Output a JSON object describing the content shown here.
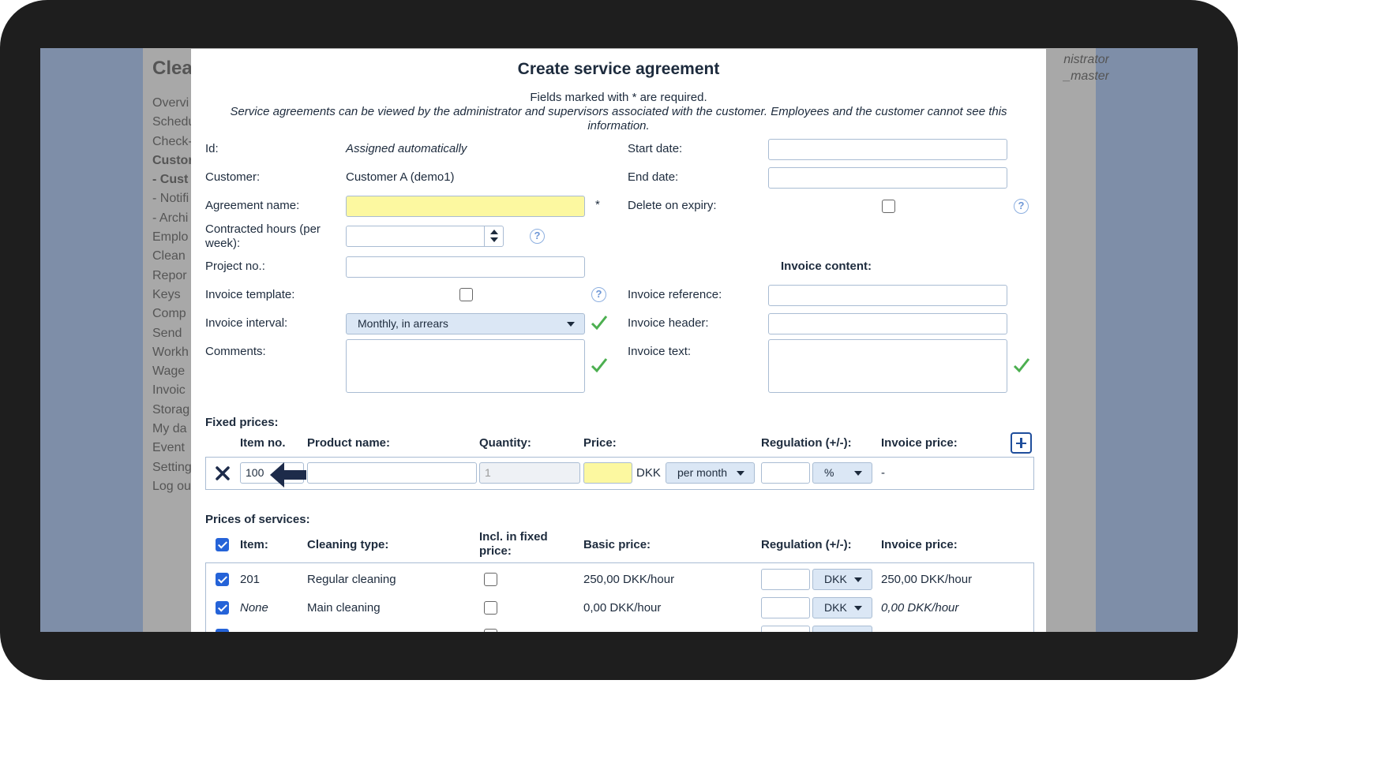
{
  "background": {
    "title": "Clea",
    "menu": [
      "Overvi",
      "Schedu",
      "Check-",
      "Custor",
      "- Cust",
      "- Notifi",
      "- Archi",
      "Emplo",
      "Clean",
      "Repor",
      "Keys",
      "Comp",
      "Send",
      "Workh",
      "Wage",
      "Invoic",
      "Storag",
      "My da",
      "Event",
      "Setting",
      "Log ou"
    ],
    "right_user": [
      "nistrator",
      "_master"
    ]
  },
  "modal": {
    "title": "Create service agreement",
    "required_note": "Fields marked with * are required.",
    "visibility_note": "Service agreements can be viewed by the administrator and supervisors associated with the customer. Employees and the customer cannot see this information.",
    "id_label": "Id:",
    "id_value": "Assigned automatically",
    "customer_label": "Customer:",
    "customer_value": "Customer A (demo1)",
    "agreement_name_label": "Agreement name:",
    "required_star": "*",
    "contracted_hours_label": "Contracted hours (per week):",
    "project_no_label": "Project no.:",
    "invoice_template_label": "Invoice template:",
    "invoice_interval_label": "Invoice interval:",
    "invoice_interval_value": "Monthly, in arrears",
    "comments_label": "Comments:",
    "start_date_label": "Start date:",
    "end_date_label": "End date:",
    "delete_on_expiry_label": "Delete on expiry:",
    "invoice_content_heading": "Invoice content:",
    "invoice_reference_label": "Invoice reference:",
    "invoice_header_label": "Invoice header:",
    "invoice_text_label": "Invoice text:",
    "help_glyph": "?"
  },
  "fixed_prices": {
    "heading": "Fixed prices:",
    "columns": {
      "item_no": "Item no.",
      "product_name": "Product name:",
      "quantity": "Quantity:",
      "price": "Price:",
      "regulation": "Regulation (+/-):",
      "invoice_price": "Invoice price:"
    },
    "row": {
      "item_no": "100",
      "quantity_placeholder": "1",
      "currency": "DKK",
      "period": "per month",
      "regulation_unit": "%",
      "invoice_price": "-"
    }
  },
  "services": {
    "heading": "Prices of services:",
    "columns": {
      "item": "Item:",
      "cleaning_type": "Cleaning type:",
      "incl_fixed": "Incl. in fixed price:",
      "basic_price": "Basic price:",
      "regulation": "Regulation (+/-):",
      "invoice_price": "Invoice price:"
    },
    "rows": [
      {
        "item": "201",
        "type": "Regular cleaning",
        "basic": "250,00 DKK/hour",
        "unit": "DKK",
        "invoice": "250,00 DKK/hour"
      },
      {
        "item": "None",
        "type": "Main cleaning",
        "basic": "0,00 DKK/hour",
        "unit": "DKK",
        "invoice": "0,00 DKK/hour"
      }
    ]
  },
  "colors": {
    "accent": "#2563d8",
    "required_yellow": "#fcf8a0",
    "check_green": "#4caf50",
    "arrow_navy": "#1d2b4a"
  }
}
